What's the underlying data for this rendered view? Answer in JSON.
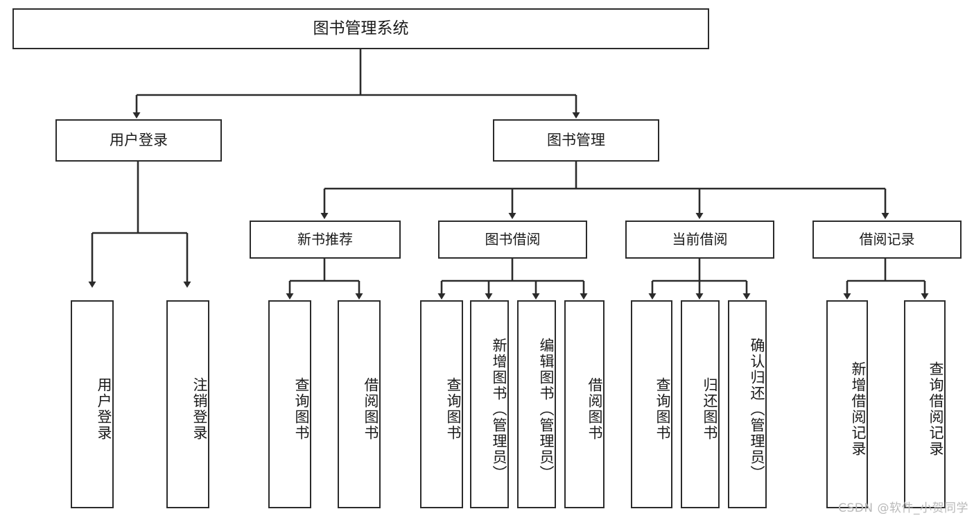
{
  "diagram": {
    "title": "图书管理系统",
    "type": "hierarchy-tree",
    "root": {
      "label": "图书管理系统"
    },
    "level2": [
      {
        "id": "user-login",
        "label": "用户登录"
      },
      {
        "id": "book-management",
        "label": "图书管理"
      }
    ],
    "level3": [
      {
        "id": "new-book-recommend",
        "label": "新书推荐",
        "parent": "book-management"
      },
      {
        "id": "book-borrow",
        "label": "图书借阅",
        "parent": "book-management"
      },
      {
        "id": "current-borrow",
        "label": "当前借阅",
        "parent": "book-management"
      },
      {
        "id": "borrow-record",
        "label": "借阅记录",
        "parent": "book-management"
      }
    ],
    "leaves": [
      {
        "id": "leaf-user-login",
        "label": "用户登录",
        "parent": "user-login"
      },
      {
        "id": "leaf-logout-login",
        "label": "注销登录",
        "parent": "user-login"
      },
      {
        "id": "leaf-query-book-1",
        "label": "查询图书",
        "parent": "new-book-recommend"
      },
      {
        "id": "leaf-borrow-book-1",
        "label": "借阅图书",
        "parent": "new-book-recommend"
      },
      {
        "id": "leaf-query-book-2",
        "label": "查询图书",
        "parent": "book-borrow"
      },
      {
        "id": "leaf-add-book",
        "label": "新增图书（管理员）",
        "parent": "book-borrow"
      },
      {
        "id": "leaf-edit-book",
        "label": "编辑图书（管理员）",
        "parent": "book-borrow"
      },
      {
        "id": "leaf-borrow-book-2",
        "label": "借阅图书",
        "parent": "book-borrow"
      },
      {
        "id": "leaf-query-book-3",
        "label": "查询图书",
        "parent": "current-borrow"
      },
      {
        "id": "leaf-return-book",
        "label": "归还图书",
        "parent": "current-borrow"
      },
      {
        "id": "leaf-confirm-return",
        "label": "确认归还（管理员）",
        "parent": "current-borrow"
      },
      {
        "id": "leaf-add-record",
        "label": "新增借阅记录",
        "parent": "borrow-record"
      },
      {
        "id": "leaf-query-record",
        "label": "查询借阅记录",
        "parent": "borrow-record"
      }
    ],
    "colors": {
      "stroke": "#2b2b2b",
      "fill": "#ffffff",
      "text": "#1a1a1a",
      "watermark": "#b9b9b9"
    }
  },
  "watermark": {
    "text": "CSDN @软件_小贺同学"
  }
}
